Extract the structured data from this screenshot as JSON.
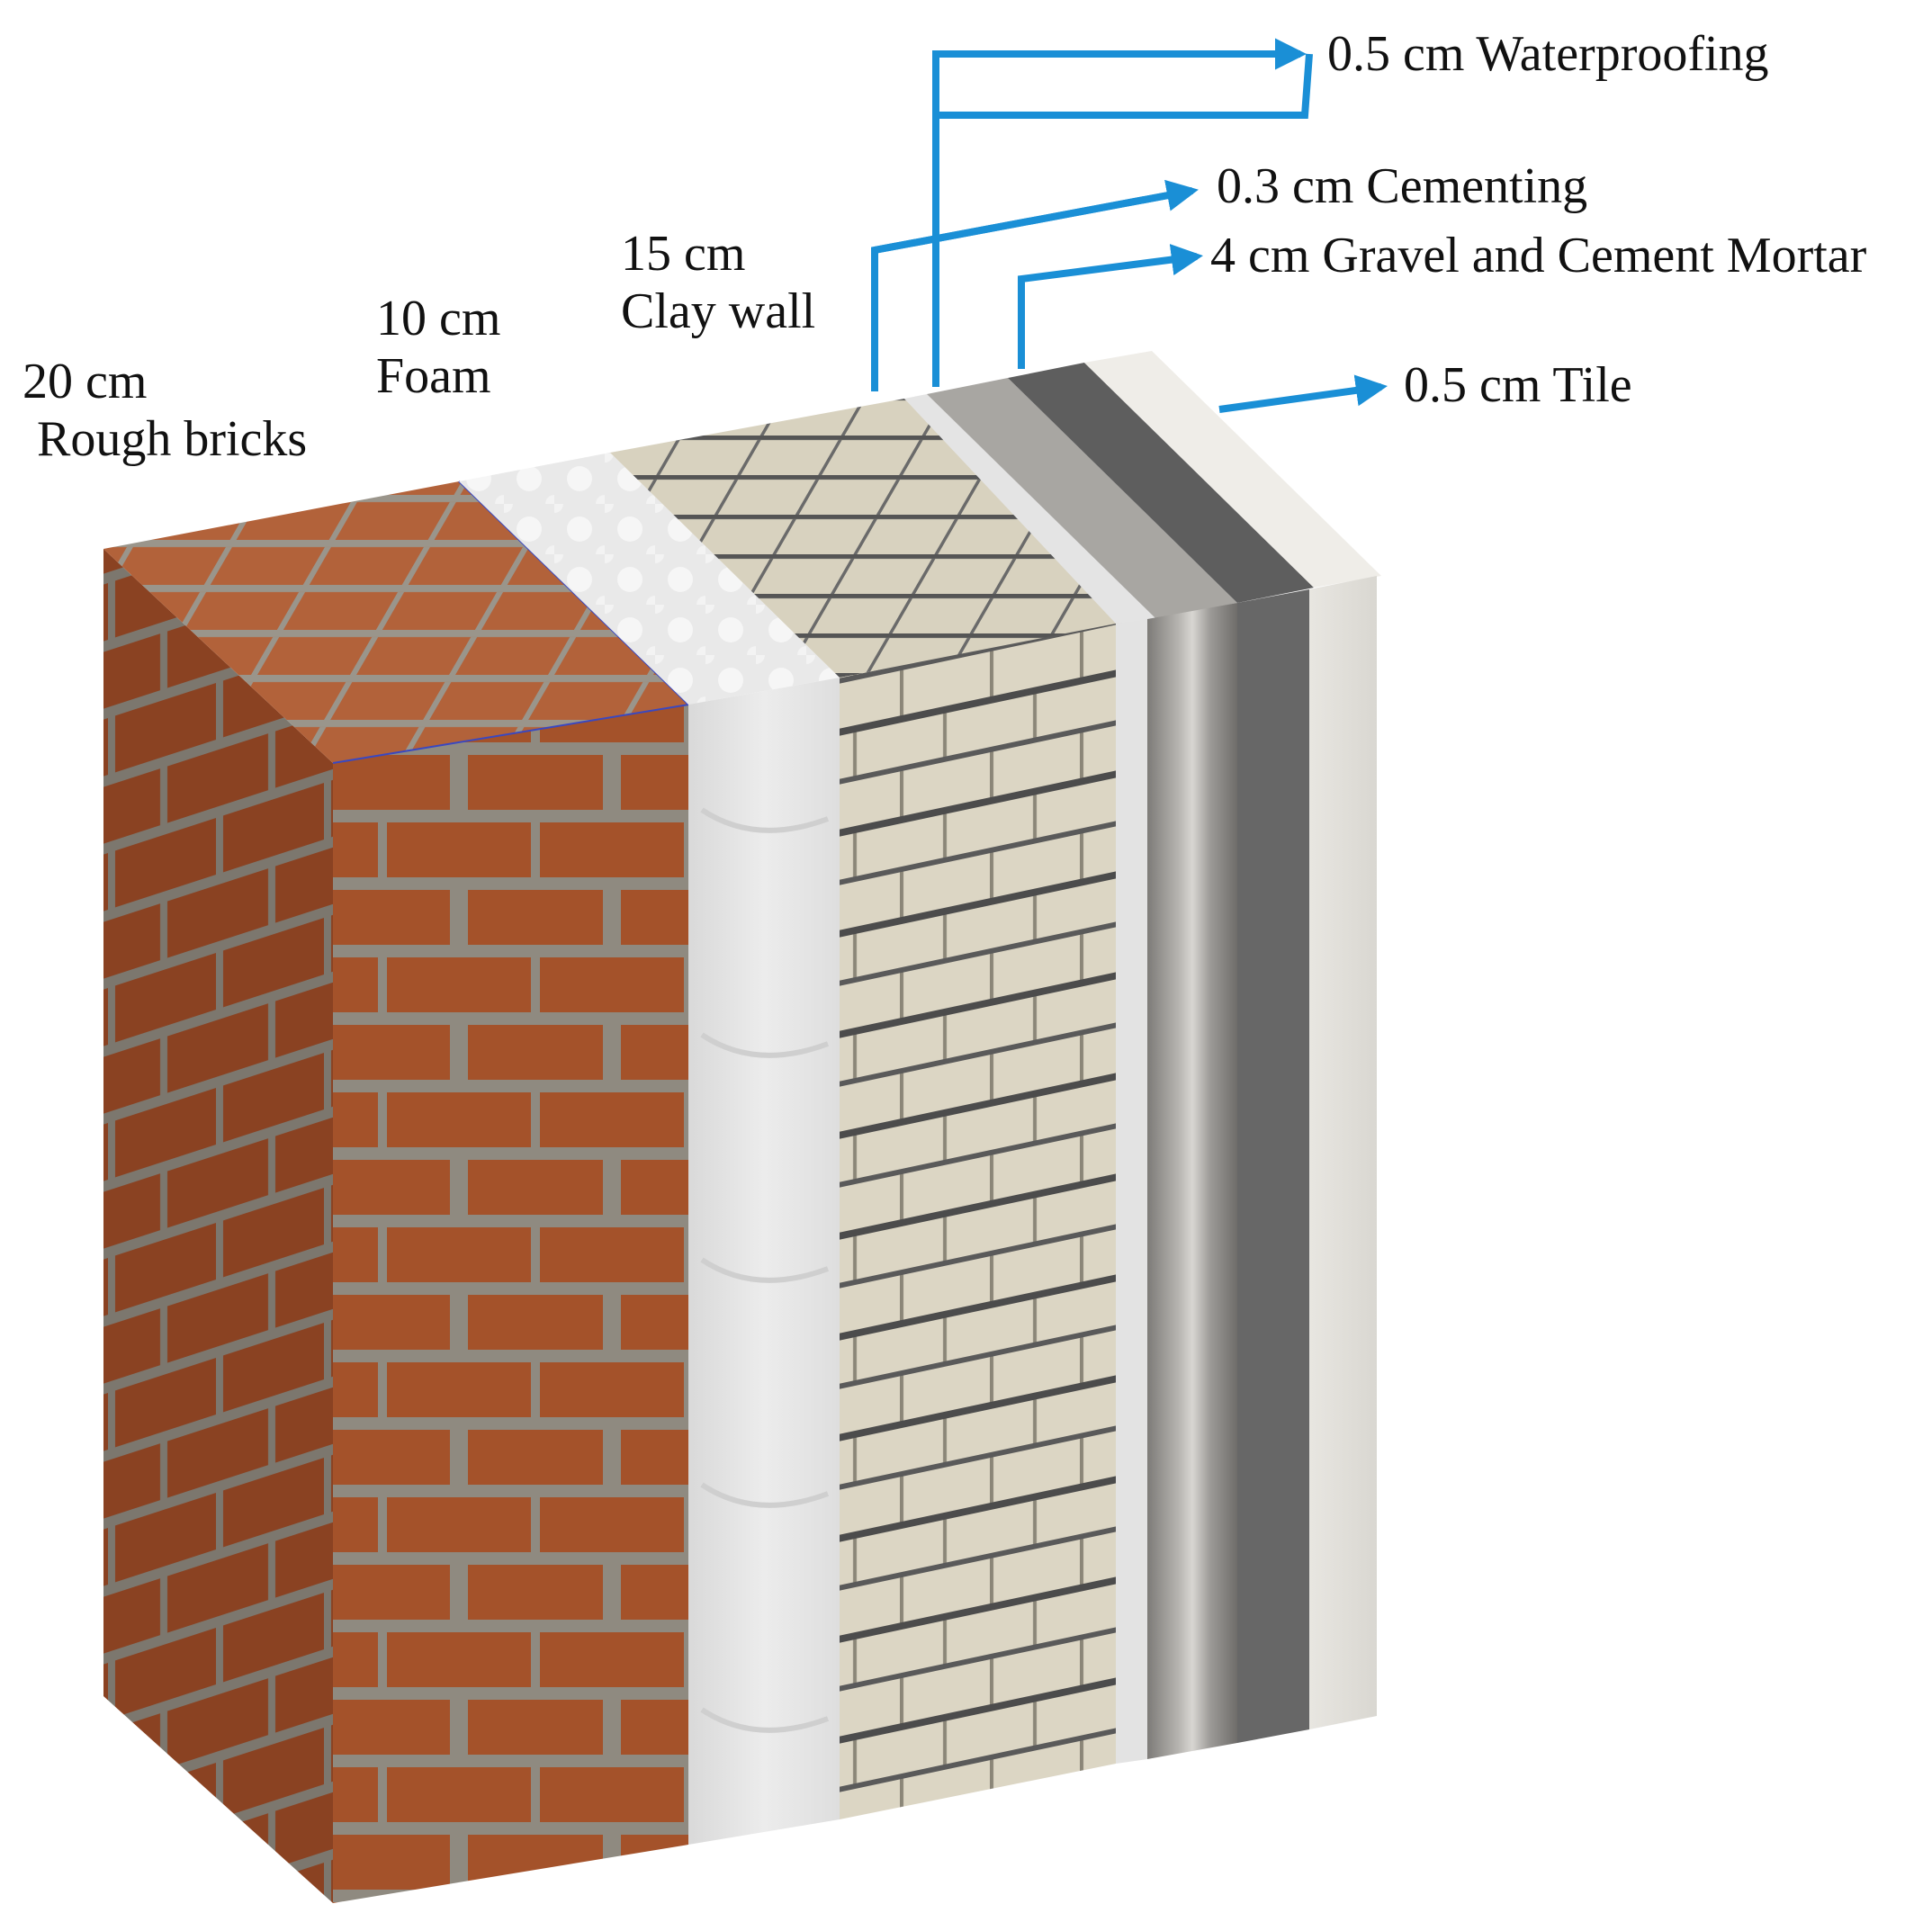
{
  "layers": [
    {
      "id": "bricks",
      "thickness": "20 cm",
      "name": "Rough bricks",
      "color": "#a4522a"
    },
    {
      "id": "foam",
      "thickness": "10 cm",
      "name": "Foam",
      "color": "#e6e6e6"
    },
    {
      "id": "clay",
      "thickness": "15 cm",
      "name": "Clay wall",
      "color": "#d8d2bf"
    },
    {
      "id": "cementing",
      "label": "0.3 cm Cementing",
      "color": "#e8e8e8"
    },
    {
      "id": "gravel",
      "label": "4 cm Gravel and Cement Mortar",
      "color": "#9c9a97"
    },
    {
      "id": "waterproofing",
      "label": "0.5 cm Waterproofing",
      "color": "#676767"
    },
    {
      "id": "tile",
      "label": "0.5 cm Tile",
      "color": "#e4e2dd"
    }
  ],
  "colors": {
    "arrow": "#1a8fd6",
    "mortar": "#8a8a86",
    "brick_dark": "#7e3a1b"
  }
}
